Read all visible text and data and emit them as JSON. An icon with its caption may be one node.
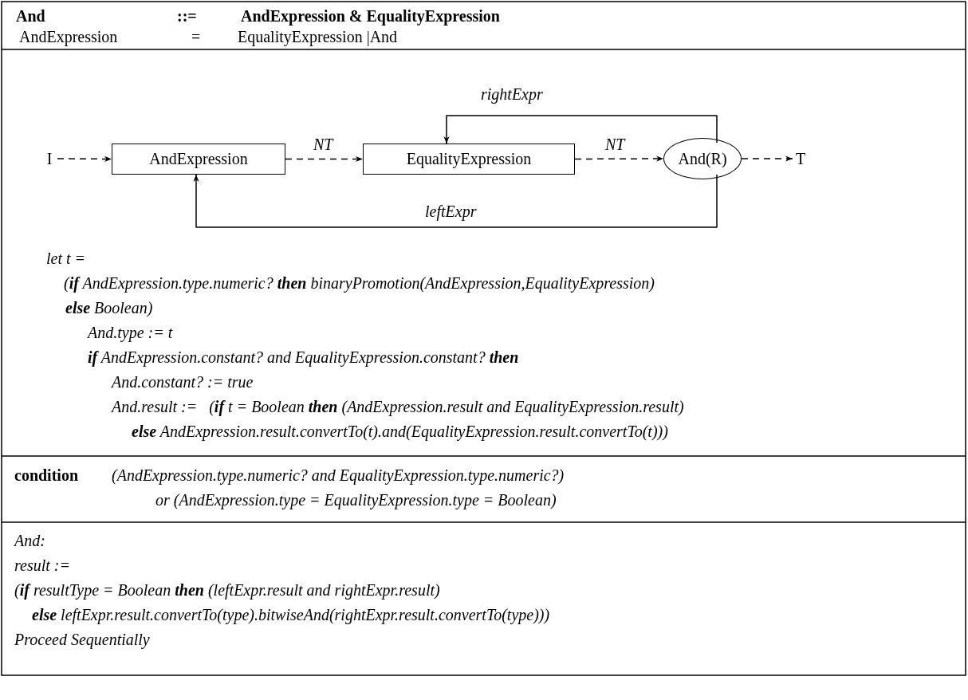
{
  "diagram": {
    "nodes": [
      {
        "text": [
          "I"
        ]
      },
      {
        "text": [
          "AndExpression"
        ]
      },
      {
        "text": [
          "EqualityExpression"
        ]
      },
      {
        "text": [
          "And(R)"
        ]
      },
      {
        "text": [
          "T"
        ]
      }
    ],
    "edges": [
      {
        "from": 0,
        "to": 1,
        "arrow": "to",
        "style": "dashed"
      },
      {
        "from": 1,
        "to": 2,
        "arrow": "to",
        "style": "dashed",
        "label": "NT"
      },
      {
        "from": 2,
        "to": 3,
        "arrow": "to",
        "style": "dashed",
        "label": "NT"
      },
      {
        "from": 3,
        "to": 4,
        "arrow": "to",
        "style": "dashed"
      },
      {
        "from": 3,
        "to": 2,
        "arrow": "to",
        "label": "rightExpr"
      },
      {
        "from": 3,
        "to": 1,
        "arrow": "to",
        "label": "leftExpr"
      }
    ],
    "labels": [
      "And",
      "::=",
      "AndExpression & EqualityExpression",
      "AndExpression",
      "=",
      "EqualityExpression |And",
      "let t =",
      "(**if** AndExpression.type.numeric? **then** binaryPromotion(AndExpression,EqualityExpression)",
      "**else** Boolean)",
      "And.type := t",
      "**if** AndExpression.constant? and EqualityExpression.constant? **then**",
      "And.constant? := true",
      "And.result :=   (**if** t = Boolean **then** (AndExpression.result and EqualityExpression.result)",
      "**else** AndExpression.result.convertTo(t).and(EqualityExpression.result.convertTo(t)))",
      "condition",
      "(AndExpression.type.numeric? and EqualityExpression.type.numeric?)",
      "or (AndExpression.type = EqualityExpression.type = Boolean)",
      "And:",
      "result :=",
      "(**if** resultType = Boolean **then** (leftExpr.result and rightExpr.result)",
      "**else** leftExpr.result.convertTo(type).bitwiseAnd(rightExpr.result.convertTo(type)))",
      "Proceed Sequentially"
    ]
  }
}
